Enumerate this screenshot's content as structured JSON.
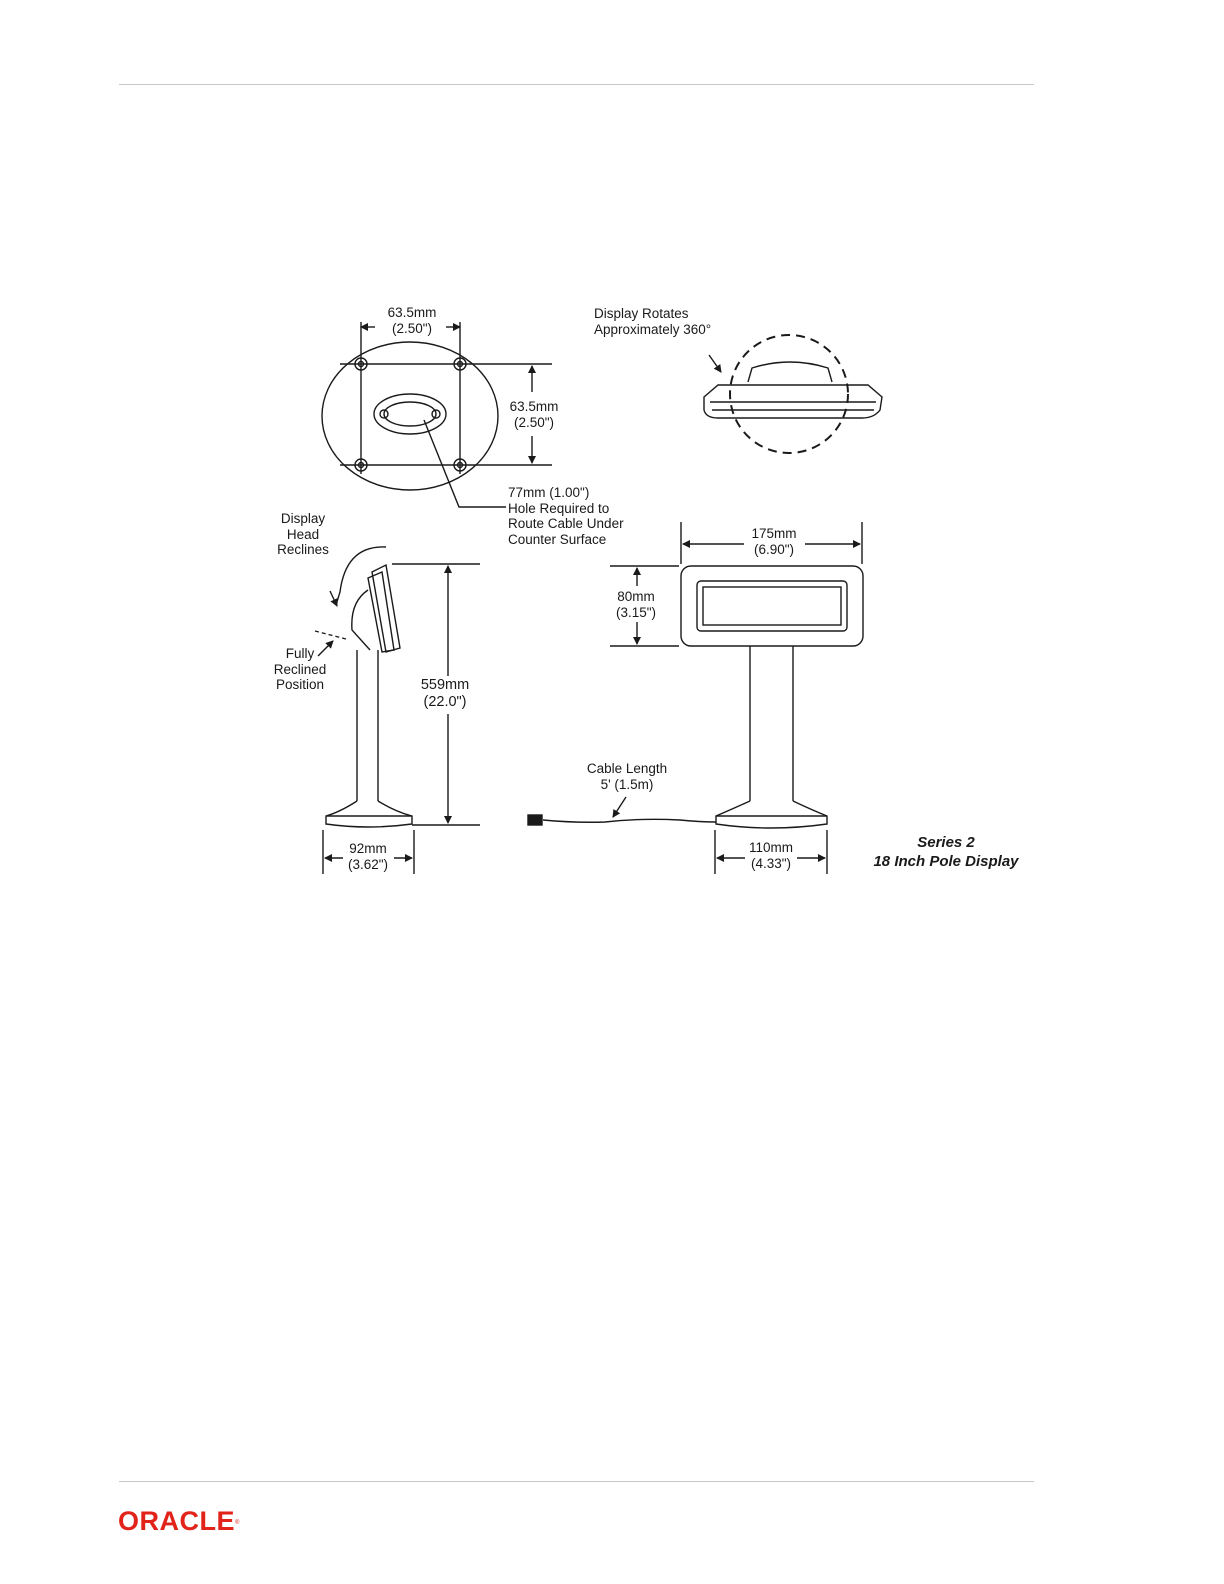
{
  "labels": {
    "top_width_mm": "63.5mm",
    "top_width_in": "(2.50\")",
    "top_height_mm": "63.5mm",
    "top_height_in": "(2.50\")",
    "hole_line1": "77mm (1.00\")",
    "hole_line2": "Hole Required to",
    "hole_line3": "Route Cable Under",
    "hole_line4": "Counter Surface",
    "rotate_line1": "Display Rotates",
    "rotate_line2": "Approximately 360°",
    "recline_line1": "Display",
    "recline_line2": "Head",
    "recline_line3": "Reclines",
    "fully_line1": "Fully",
    "fully_line2": "Reclined",
    "fully_line3": "Position",
    "height_mm": "559mm",
    "height_in": "(22.0\")",
    "side_base_mm": "92mm",
    "side_base_in": "(3.62\")",
    "front_width_mm": "175mm",
    "front_width_in": "(6.90\")",
    "front_height_mm": "80mm",
    "front_height_in": "(3.15\")",
    "cable_line1": "Cable Length",
    "cable_line2": "5' (1.5m)",
    "front_base_mm": "110mm",
    "front_base_in": "(4.33\")",
    "series_title": "Series 2",
    "series_subtitle": "18 Inch Pole Display"
  },
  "footer": {
    "logo_text": "ORACLE",
    "logo_mark": "®"
  },
  "colors": {
    "rule": "#c8c8c8",
    "logo": "#e2231a",
    "ink": "#1a1a1a"
  }
}
